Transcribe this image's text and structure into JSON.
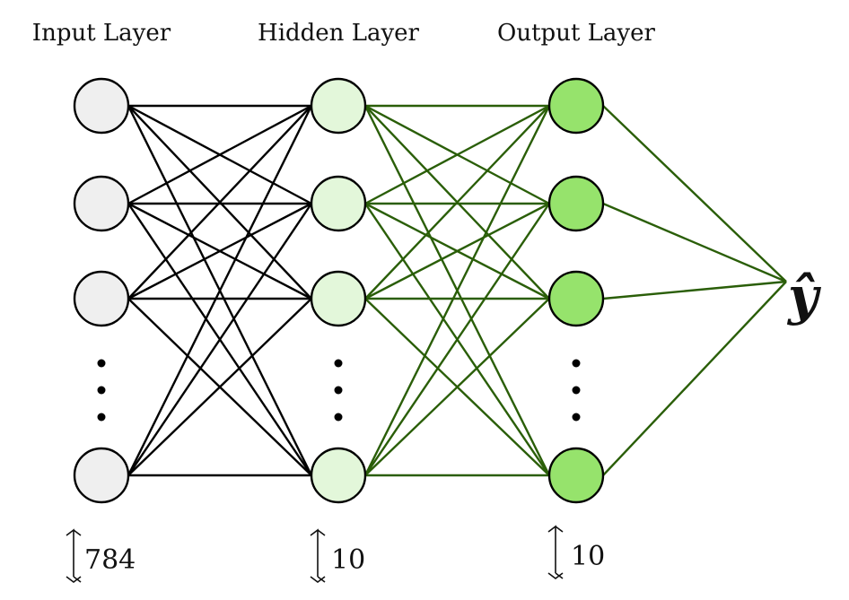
{
  "layers": [
    {
      "title": "Input Layer",
      "size": "784",
      "fill": "#efefef",
      "edge_color": "#000000"
    },
    {
      "title": "Hidden Layer",
      "size": "10",
      "fill": "#e3f7da",
      "edge_color": "#2a5e08"
    },
    {
      "title": "Output Layer",
      "size": "10",
      "fill": "#96e36c",
      "edge_color": "#2a5e08"
    }
  ],
  "output_label": "ŷ",
  "size_arrow_icon": "double-arrow-vertical-icon",
  "node_stroke": "#000000"
}
